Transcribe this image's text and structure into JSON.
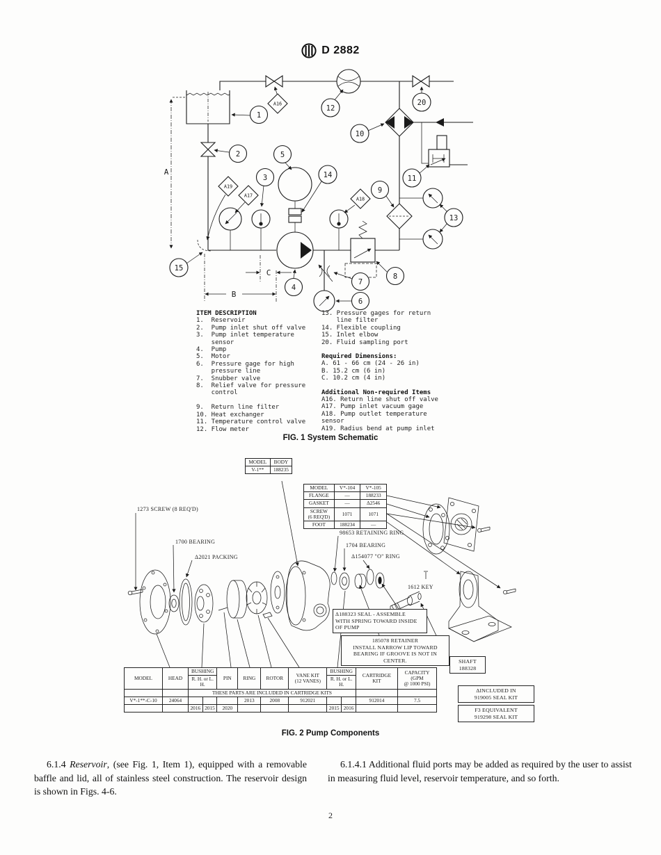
{
  "header": {
    "logo": "ASTM",
    "doc_number": "D 2882"
  },
  "page_number": "2",
  "fig1": {
    "caption": "FIG. 1 System Schematic",
    "balloons": {
      "i1": "1",
      "i2": "2",
      "i3": "3",
      "i4": "4",
      "i5": "5",
      "i6": "6",
      "i7": "7",
      "i8": "8",
      "i9": "9",
      "i10": "10",
      "i11": "11",
      "i12": "12",
      "i13": "13",
      "i14": "14",
      "i15": "15",
      "i20": "20"
    },
    "flags": {
      "a16": "A16",
      "a17": "A17",
      "a18": "A18",
      "a19": "A19"
    },
    "dims": {
      "a": "A",
      "b": "B",
      "c": "C"
    },
    "item_list": {
      "left_heading": "ITEM DESCRIPTION",
      "left_items": "1.  Reservoir\n2.  Pump inlet shut off valve\n3.  Pump inlet temperature\n    sensor\n4.  Pump\n5.  Motor\n6.  Pressure gage for high\n    pressure line\n7.  Snubber valve\n8.  Relief valve for pressure\n    control\n\n9.  Return line filter\n10. Heat exchanger\n11. Temperature control valve\n12. Flow meter",
      "right_items": "13. Pressure gages for return\n    line filter\n14. Flexible coupling\n15. Inlet elbow\n20. Fluid sampling port",
      "dims_heading": "Required Dimensions:",
      "dims_items": "A. 61 - 66 cm (24 - 26 in)\nB. 15.2 cm (6 in)\nC. 10.2 cm (4 in)",
      "additional_heading": "Additional Non-required Items",
      "additional_items": "A16. Return line shut off valve\nA17. Pump inlet vacuum gage\nA18. Pump outlet temperature\nsensor\nA19. Radius bend at pump inlet"
    }
  },
  "fig2": {
    "caption": "FIG. 2 Pump Components",
    "body_table": {
      "rows": [
        [
          "MODEL",
          "BODY"
        ],
        [
          "V-1**",
          "188235"
        ]
      ]
    },
    "mount_table": {
      "rows": [
        [
          "MODEL",
          "V*-104",
          "V*-105"
        ],
        [
          "FLANGE",
          "—",
          "188233"
        ],
        [
          "GASKET",
          "—",
          "Δ2546"
        ],
        [
          "SCREW\n(6 REQ'D)",
          "1071",
          "1071"
        ],
        [
          "FOOT",
          "188234",
          "—"
        ]
      ]
    },
    "labels": {
      "screw1273": "1273 SCREW (8 REQ'D)",
      "bearing1700": "1700 BEARING",
      "packing2021": "Δ2021 PACKING",
      "retaining98653": "98653 RETAINING RING",
      "bearing1704": "1704 BEARING",
      "oring154077": "Δ154077 \"O\" RING",
      "key1612": "1612 KEY"
    },
    "seal_note": "Δ188323 SEAL - ASSEMBLE\nWITH SPRING TOWARD INSIDE\nOF PUMP",
    "retainer_note": "185078 RETAINER\nINSTALL NARROW LIP TOWARD\nBEARING IF GROOVE IS NOT IN\nCENTER.",
    "shaft_label": "SHAFT\n188328",
    "seal_kit_note": "ΔINCLUDED IN\n919005 SEAL KIT",
    "f3_note": "F3 EQUIVALENT\n919298 SEAL KIT",
    "parts_table": {
      "h_model": "MODEL",
      "h_head": "HEAD",
      "h_bushing": "BUSHING",
      "h_rhlh": "R. H.  or  L. H.",
      "h_pin": "PIN",
      "h_ring": "RING",
      "h_rotor": "ROTOR",
      "h_vane": "VANE KIT\n(12 VANES)",
      "h_cartridge": "CARTRIDGE\nKIT",
      "h_capacity": "CAPACITY\n(GPM\n@ 1000 PSI)",
      "note": "THESE PARTS ARE INCLUDED IN CARTRIDGE KITS",
      "model": "V*-1**-C-10",
      "head": "24064",
      "ring": "2013",
      "rotor": "2008",
      "vane": "912021",
      "cartridge": "912014",
      "capacity": "7.5",
      "bush_l1": "2016",
      "bush_l2": "2015",
      "pin": "2020",
      "bush_r1": "2015",
      "bush_r2": "2016"
    }
  },
  "body": {
    "p1_num": "6.1.4",
    "p1_italic": "Reservoir",
    "p1_rest": ", (see Fig. 1, Item 1), equipped with a removable baffle and lid, all of stainless steel construction. The reservoir design is shown in Figs. 4-6.",
    "p2_num": "6.1.4.1",
    "p2_rest": " Additional fluid ports may be added as required by the user to assist in measuring fluid level, reservoir temperature, and so forth."
  }
}
